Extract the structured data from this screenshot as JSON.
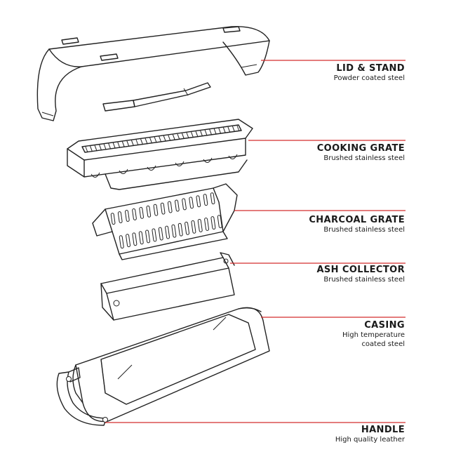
{
  "parts": [
    {
      "title": "LID & STAND",
      "subtitle": [
        "Powder coated steel"
      ]
    },
    {
      "title": "COOKING GRATE",
      "subtitle": [
        "Brushed stainless steel"
      ]
    },
    {
      "title": "CHARCOAL GRATE",
      "subtitle": [
        "Brushed stainless steel"
      ]
    },
    {
      "title": "ASH COLLECTOR",
      "subtitle": [
        "Brushed stainless steel"
      ]
    },
    {
      "title": "CASING",
      "subtitle": [
        "High temperature",
        "coated steel"
      ]
    },
    {
      "title": "HANDLE",
      "subtitle": [
        "High quality leather"
      ]
    }
  ],
  "colors": {
    "leader": "#d32f2f",
    "line_art": "#222222",
    "text": "#1a1a1a",
    "background": "#ffffff"
  }
}
